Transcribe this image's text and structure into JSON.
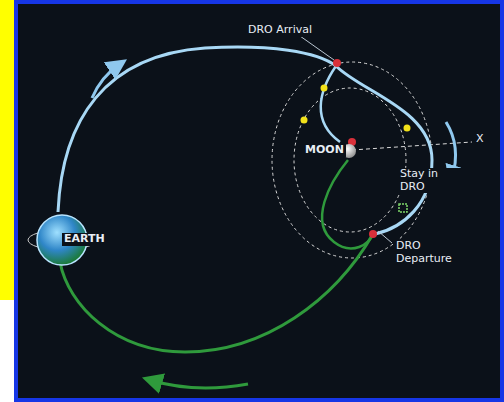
{
  "diagram": {
    "labels": [
      "DRO Arrival",
      "MOON",
      "X",
      "Stay in DRO",
      "EARTH",
      "DRO Departure"
    ]
  }
}
